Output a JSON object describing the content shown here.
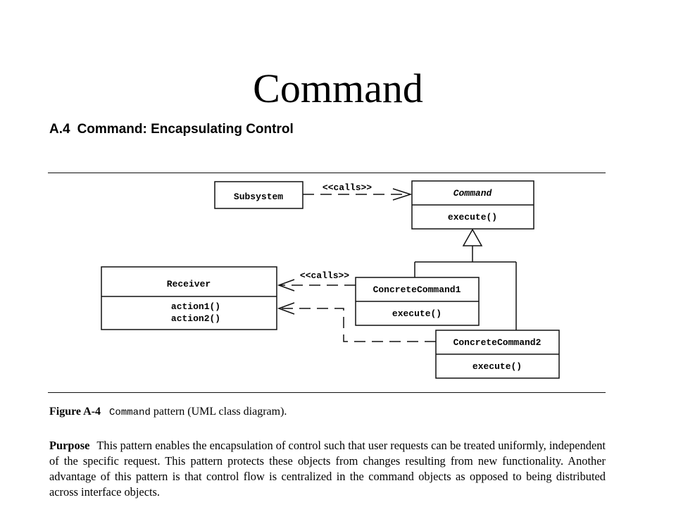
{
  "slide": {
    "title": "Command"
  },
  "section": {
    "number": "A.4",
    "title": "Command: Encapsulating Control"
  },
  "diagram": {
    "classes": {
      "subsystem": {
        "name": "Subsystem"
      },
      "command": {
        "name": "Command",
        "method": "execute()"
      },
      "receiver": {
        "name": "Receiver",
        "methods": [
          "action1()",
          "action2()"
        ]
      },
      "concrete1": {
        "name": "ConcreteCommand1",
        "method": "execute()"
      },
      "concrete2": {
        "name": "ConcreteCommand2",
        "method": "execute()"
      }
    },
    "labels": {
      "calls_top": "<<calls>>",
      "calls_receiver": "<<calls>>"
    }
  },
  "figure": {
    "label": "Figure A-4",
    "code": "Command",
    "text": " pattern (UML class diagram)."
  },
  "purpose": {
    "term": "Purpose",
    "text": "This pattern enables the encapsulation of control such that user requests can be treated uniformly, independent of the specific request. This pattern protects these objects from changes resulting from new functionality. Another advantage of this pattern is that control flow is centralized in the command objects as opposed to being distributed across interface objects."
  }
}
